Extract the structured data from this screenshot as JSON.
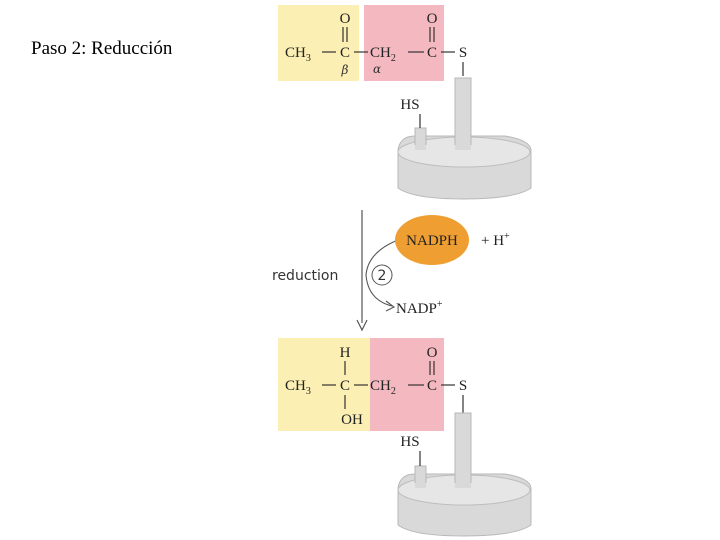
{
  "slide": {
    "title": "Paso 2: Reducción"
  },
  "top_molecule": {
    "ch3": "CH",
    "ch3_sub": "3",
    "carbonyl_c1": "C",
    "o1": "O",
    "ch2": "CH",
    "ch2_sub": "2",
    "carbonyl_c2": "C",
    "o2": "O",
    "s": "S",
    "beta": "β",
    "alpha": "α",
    "hs": "HS"
  },
  "reaction": {
    "label": "reduction",
    "step": "2",
    "cofactor": "NADPH",
    "proton": "+ H",
    "proton_sup": "+",
    "product_cofactor": "NADP",
    "product_sup": "+"
  },
  "bottom_molecule": {
    "ch3": "CH",
    "ch3_sub": "3",
    "c1": "C",
    "h": "H",
    "oh": "OH",
    "ch2": "CH",
    "ch2_sub": "2",
    "carbonyl_c2": "C",
    "o2": "O",
    "s": "S",
    "hs": "HS"
  },
  "colors": {
    "yellow_highlight": "#fbefb3",
    "pink_highlight": "#f4b9c0",
    "enzyme_gray": "#d9d9d9",
    "nadph_orange": "#ef9f32"
  }
}
